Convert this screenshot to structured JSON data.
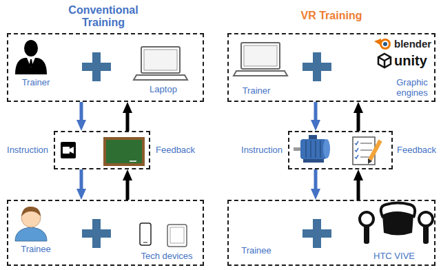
{
  "diagram": {
    "nodes": [
      {
        "text": [
          "Trainer",
          "Laptop"
        ]
      },
      {
        "text": [
          "Instruction",
          "Feedback"
        ]
      },
      {
        "text": [
          "Trainee",
          "Tech devices"
        ]
      },
      {
        "text": [
          "Trainer",
          "blender",
          "unity",
          "Graphic engines"
        ]
      },
      {
        "text": [
          "Instruction",
          "Feedback"
        ]
      },
      {
        "text": [
          "Trainee",
          "HTC VIVE"
        ]
      }
    ],
    "edges": [
      {
        "from": 0,
        "to": 1,
        "arrow": "to"
      },
      {
        "from": 1,
        "to": 2,
        "arrow": "to"
      },
      {
        "from": 2,
        "to": 1,
        "arrow": "to"
      },
      {
        "from": 1,
        "to": 0,
        "arrow": "to"
      },
      {
        "from": 3,
        "to": 4,
        "arrow": "to"
      },
      {
        "from": 4,
        "to": 5,
        "arrow": "to"
      },
      {
        "from": 5,
        "to": 4,
        "arrow": "to"
      },
      {
        "from": 4,
        "to": 3,
        "arrow": "to"
      }
    ],
    "labels": [
      "Conventional Training",
      "VR Training"
    ]
  }
}
